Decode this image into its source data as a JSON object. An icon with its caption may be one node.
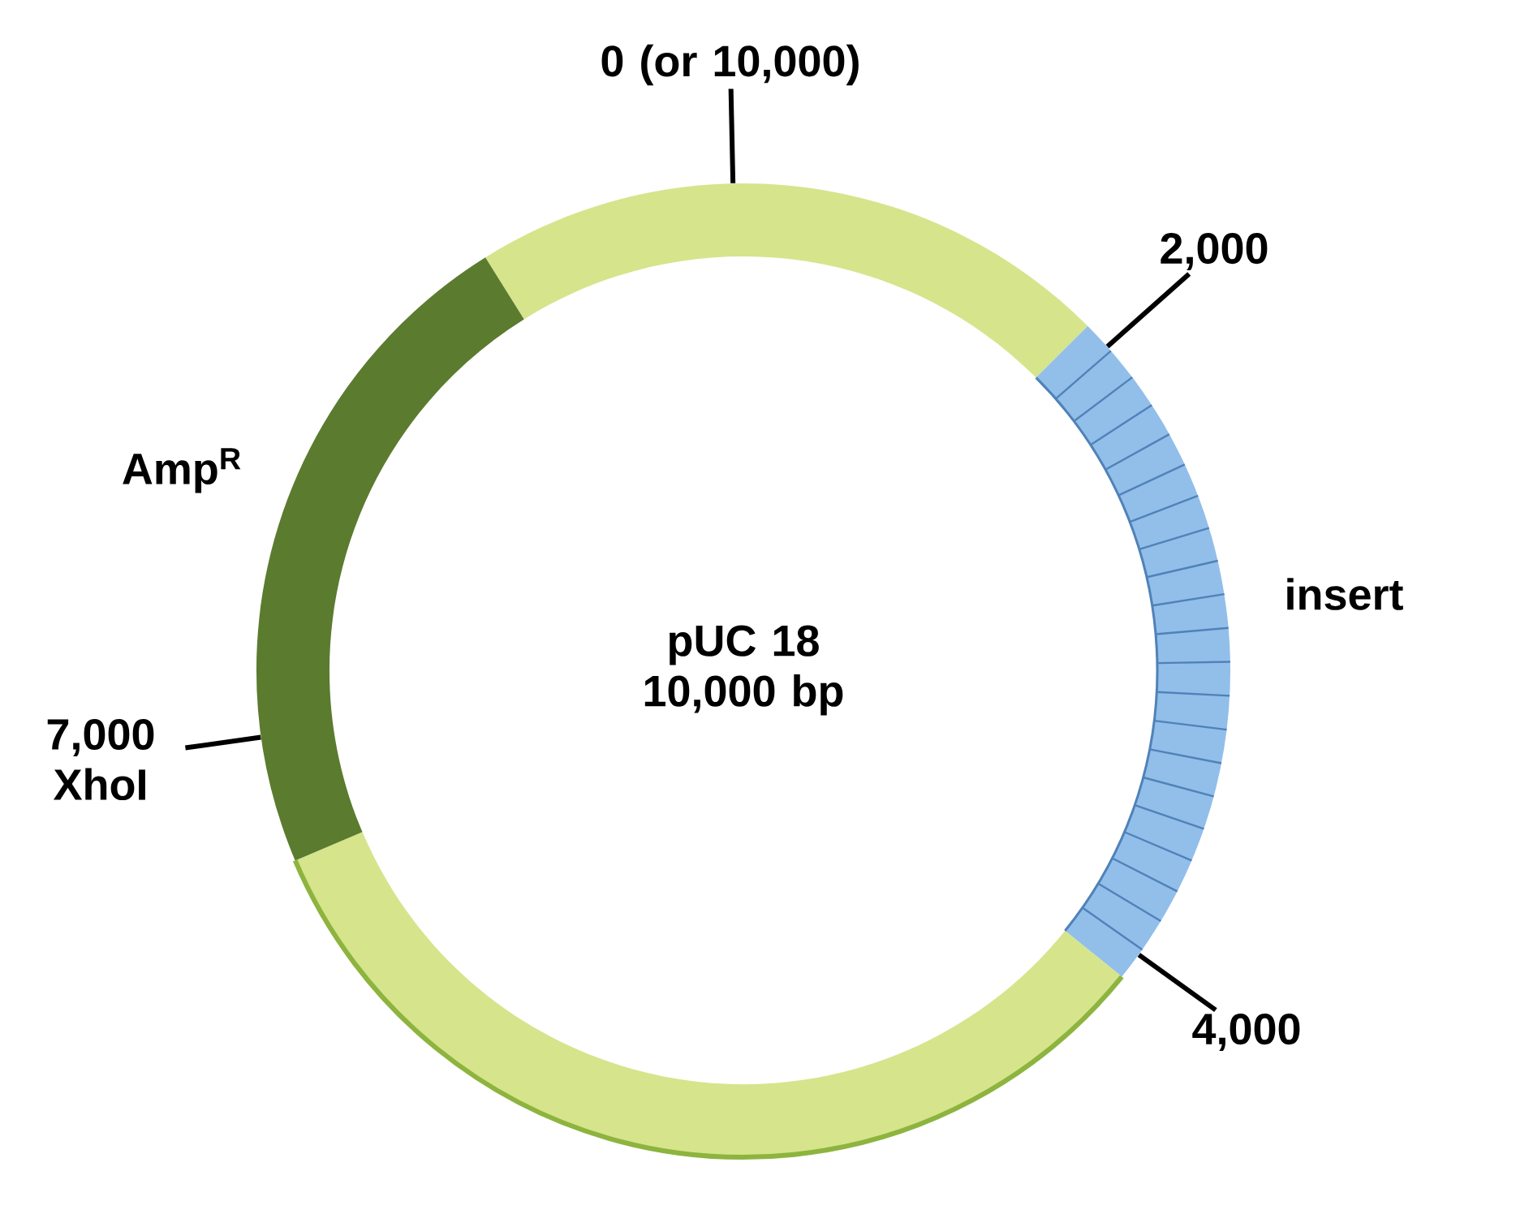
{
  "diagram": {
    "nodes": [
      {
        "text": [
          "pUC 18 10,000 bp"
        ]
      },
      {
        "text": [
          "0 (or 10,000)"
        ]
      },
      {
        "text": [
          "2,000"
        ]
      },
      {
        "text": [
          "4,000"
        ]
      },
      {
        "text": [
          "7,000 XhoI"
        ]
      }
    ],
    "edges": [
      {
        "from": 1,
        "to": 0,
        "arrow": "none"
      },
      {
        "from": 2,
        "to": 0,
        "arrow": "none"
      },
      {
        "from": 3,
        "to": 0,
        "arrow": "none"
      },
      {
        "from": 4,
        "to": 0,
        "arrow": "none"
      }
    ],
    "labels": [
      "Amp$^{R}$",
      "insert"
    ]
  }
}
